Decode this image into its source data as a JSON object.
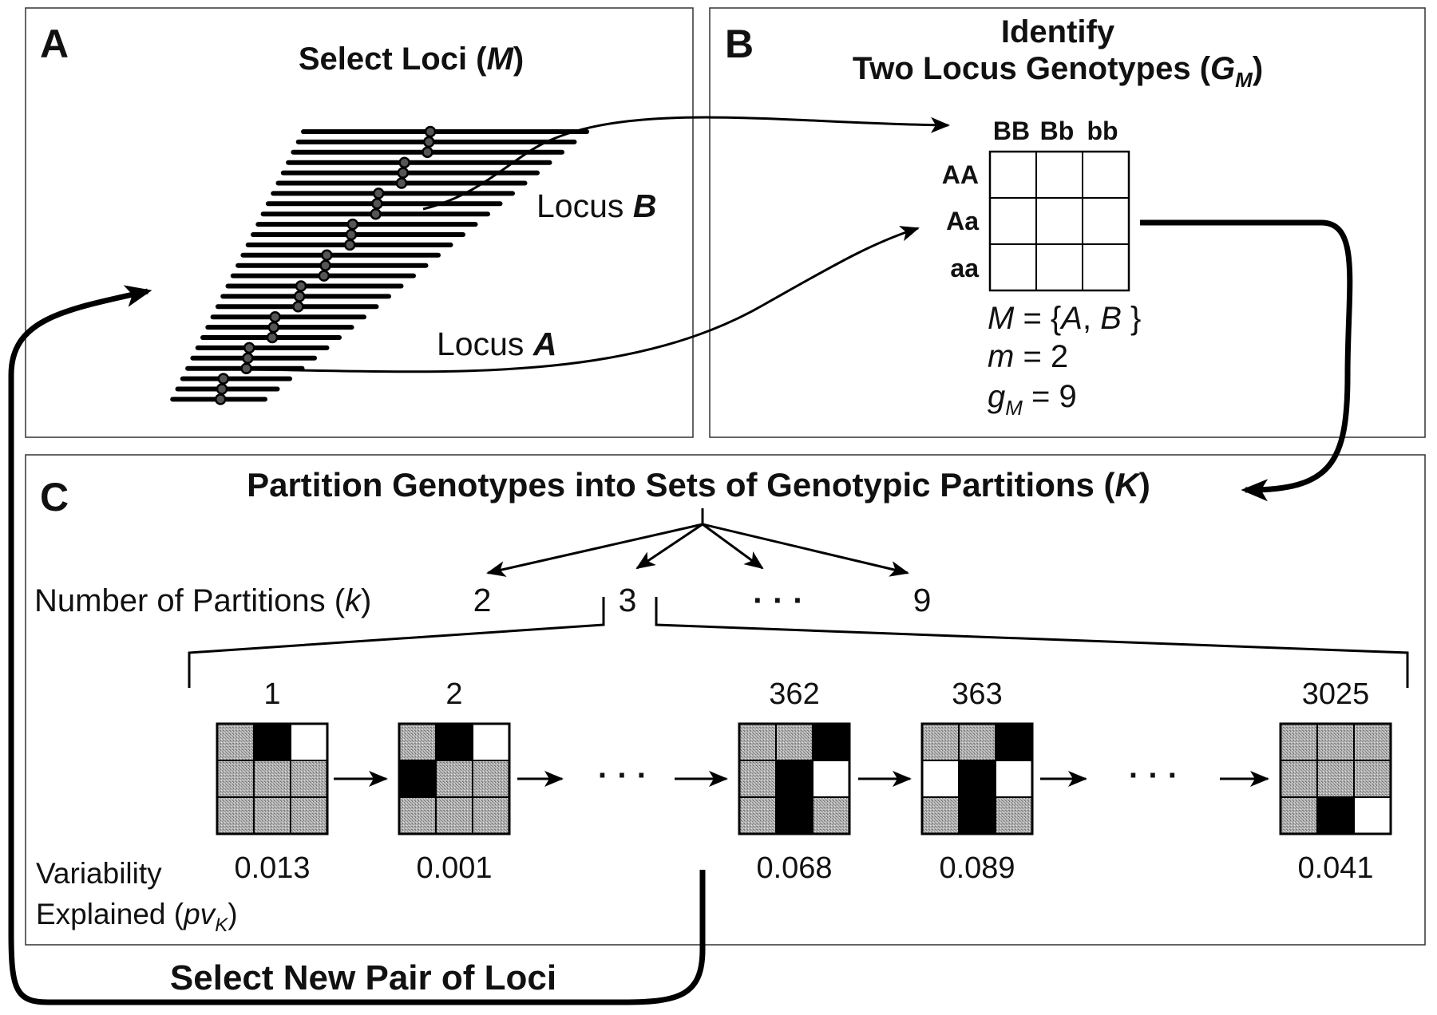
{
  "panel_a": {
    "letter": "A",
    "title_prefix": "Select Loci (",
    "title_var": "M",
    "title_suffix": ")",
    "locus_b_prefix": "Locus ",
    "locus_b_var": "B",
    "locus_a_prefix": "Locus ",
    "locus_a_var": "A"
  },
  "panel_b": {
    "letter": "B",
    "title_line1": "Identify",
    "title_line2_prefix": "Two Locus Genotypes (",
    "title_var": "G",
    "title_sub": "M",
    "title_suffix": ")",
    "col_headers": [
      "BB",
      "Bb",
      "bb"
    ],
    "row_headers": [
      "AA",
      "Aa",
      "aa"
    ],
    "eq1_var": "M",
    "eq1_rest": " = {",
    "eq1_a": "A",
    "eq1_comma": ", ",
    "eq1_b": "B",
    "eq1_close": " }",
    "eq2_var": "m",
    "eq2_rest": " = 2",
    "eq3_var": "g",
    "eq3_sub": "M",
    "eq3_rest": " = 9"
  },
  "panel_c": {
    "letter": "C",
    "title_prefix": "Partition Genotypes into Sets of Genotypic Partitions (",
    "title_var": "K",
    "title_suffix": ")",
    "partitions_label_prefix": "Number of Partitions (",
    "partitions_label_var": "k",
    "partitions_label_suffix": ")",
    "k_values": [
      "2",
      "3",
      "9"
    ],
    "ellipsis": "·  ·  ·",
    "variability_line1": "Variability",
    "variability_line2_prefix": "Explained (",
    "variability_var": "pv",
    "variability_sub": "K",
    "variability_suffix": ")",
    "partitions": [
      {
        "index": "1",
        "value": "0.013",
        "cells": [
          "g",
          "k",
          "w",
          "g",
          "g",
          "g",
          "g",
          "g",
          "g"
        ]
      },
      {
        "index": "2",
        "value": "0.001",
        "cells": [
          "g",
          "k",
          "w",
          "k",
          "g",
          "g",
          "g",
          "g",
          "g"
        ]
      },
      {
        "index": "362",
        "value": "0.068",
        "cells": [
          "g",
          "g",
          "k",
          "g",
          "k",
          "w",
          "g",
          "k",
          "g"
        ]
      },
      {
        "index": "363",
        "value": "0.089",
        "cells": [
          "g",
          "g",
          "k",
          "w",
          "k",
          "w",
          "g",
          "k",
          "g"
        ]
      },
      {
        "index": "3025",
        "value": "0.041",
        "cells": [
          "g",
          "g",
          "g",
          "g",
          "g",
          "g",
          "g",
          "k",
          "w"
        ]
      }
    ]
  },
  "loop_label": "Select New Pair of Loci",
  "colors": {
    "black": "#000000",
    "white": "#ffffff",
    "gray": "#a6a6a6",
    "frame": "#333333"
  }
}
